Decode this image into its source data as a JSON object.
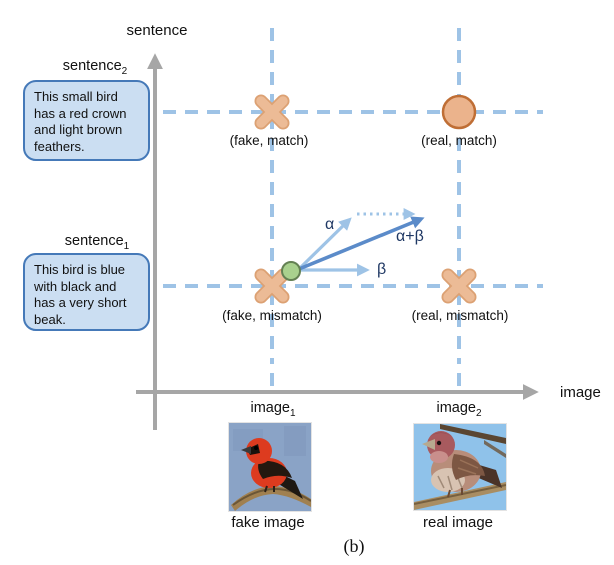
{
  "caption": "(b)",
  "axes": {
    "y_label": "sentence",
    "x_label": "image"
  },
  "sentence_rows": [
    {
      "base": "sentence",
      "sub": "2",
      "text": "This small bird\nhas a red crown\nand light brown\nfeathers."
    },
    {
      "base": "sentence",
      "sub": "1",
      "text": "This bird is blue\nwith black and\nhas a very short\nbeak."
    }
  ],
  "image_cols": [
    {
      "base": "image",
      "sub": "1",
      "caption": "fake image"
    },
    {
      "base": "image",
      "sub": "2",
      "caption": "real image"
    }
  ],
  "points": [
    {
      "label": "(fake, match)",
      "marker": "cross"
    },
    {
      "label": "(real, match)",
      "marker": "circle"
    },
    {
      "label": "(fake, mismatch)",
      "marker": "cross"
    },
    {
      "label": "(real, mismatch)",
      "marker": "cross"
    }
  ],
  "vectors": {
    "alpha": "α",
    "beta": "β",
    "alpha_plus_beta": "α+β"
  },
  "colors": {
    "axis_gray": "#A6A6A6",
    "dash_blue": "#9EC3E6",
    "vector_light_blue": "#9EC3E6",
    "vector_dark_blue": "#5B8BC9",
    "cross_fill": "#ECBB96",
    "cross_edge": "#DCA173",
    "circle_fill": "#EBB38C",
    "circle_edge": "#BF6E35",
    "origin_dot_fill": "#A9D18E",
    "origin_dot_edge": "#648153",
    "box_fill": "#CBDEF2",
    "box_border": "#4579B8",
    "greek_text": "#1F3864"
  }
}
